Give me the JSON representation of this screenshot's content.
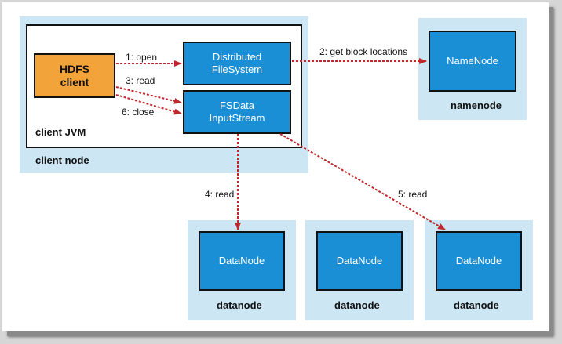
{
  "client_node": {
    "label": "client node",
    "jvm_label": "client JVM",
    "hdfs_client": "HDFS\nclient",
    "distributed_fs": "Distributed\nFileSystem",
    "fsdata_stream": "FSData\nInputStream"
  },
  "namenode": {
    "inner": "NameNode",
    "label": "namenode"
  },
  "datanodes": [
    {
      "inner": "DataNode",
      "label": "datanode"
    },
    {
      "inner": "DataNode",
      "label": "datanode"
    },
    {
      "inner": "DataNode",
      "label": "datanode"
    }
  ],
  "edges": {
    "open": "1: open",
    "get_block_locations": "2: get block locations",
    "read_client": "3: read",
    "read_dn1": "4: read",
    "read_dn3": "5: read",
    "close": "6: close"
  },
  "colors": {
    "arrow": "#c0282d",
    "component": "#1a8fd6",
    "client": "#f2a33a",
    "node": "#cde6f4"
  }
}
